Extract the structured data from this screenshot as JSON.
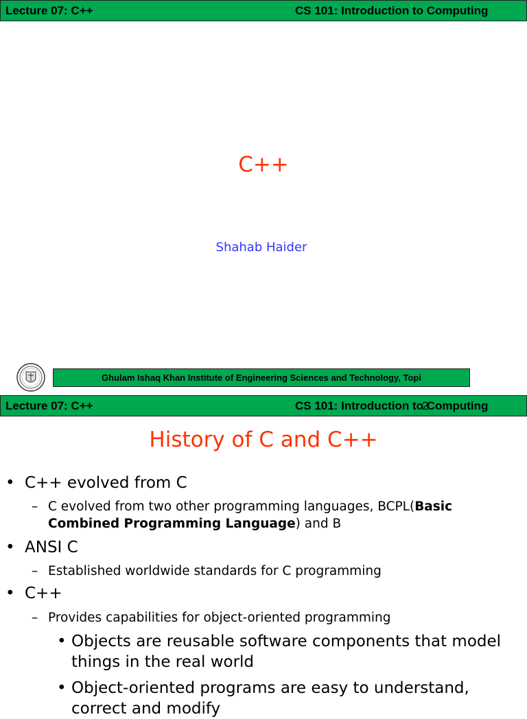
{
  "slide1": {
    "header_left": "Lecture 07: C++",
    "header_right": "CS 101: Introduction to Computing",
    "title": "C++",
    "author": "Shahab Haider",
    "footer": "Ghulam Ishaq Khan Institute of Engineering Sciences and Technology, Topi"
  },
  "slide2": {
    "header_left": "Lecture 07: C++",
    "header_right": "CS 101: Introduction to Computing",
    "page_number": "2",
    "title": "History of C and C++",
    "bullet1": "C++ evolved from C",
    "bullet1_sub_pre": "C evolved from two other programming languages, BCPL(",
    "bullet1_sub_bold": "Basic Combined Programming Language",
    "bullet1_sub_post": ") and B",
    "bullet2": "ANSI C",
    "bullet2_sub": "Established worldwide standards for C programming",
    "bullet3": "C++",
    "bullet3_sub": "Provides capabilities for object-oriented programming",
    "bullet3_sub_item1": "Objects are reusable software components that model things in the real world",
    "bullet3_sub_item2": "Object-oriented programs are easy to understand, correct and modify"
  },
  "colors": {
    "header_green": "#00a850",
    "title_red": "#ff3300",
    "author_blue": "#3333ff"
  },
  "icons": {
    "logo": "institute-seal-icon"
  }
}
